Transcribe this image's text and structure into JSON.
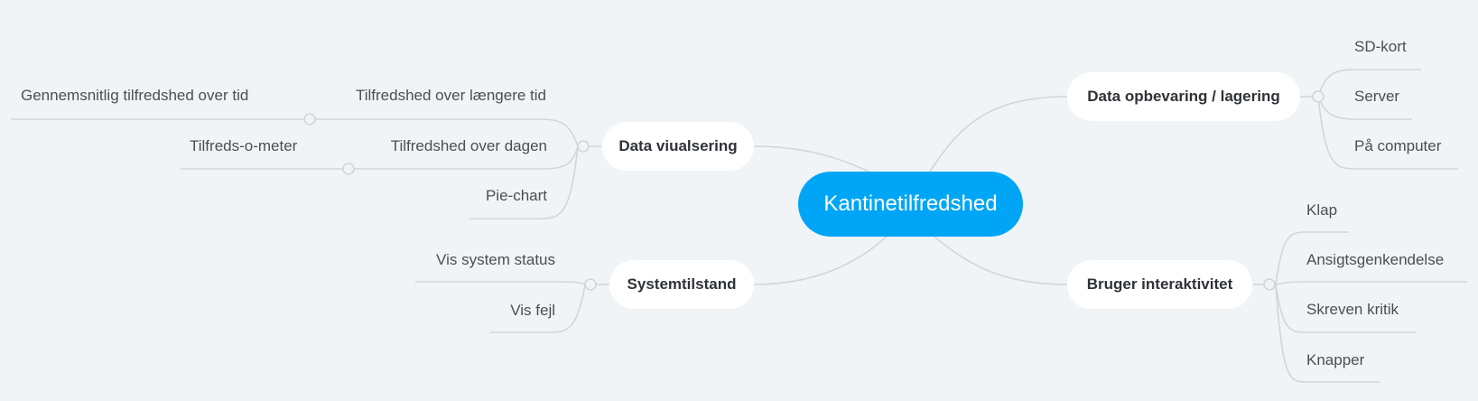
{
  "root": {
    "label": "Kantinetilfredshed"
  },
  "branches": {
    "storage": {
      "label": "Data opbevaring / lagering",
      "children": [
        "SD-kort",
        "Server",
        "På computer"
      ]
    },
    "visualization": {
      "label": "Data viualsering",
      "children": [
        {
          "label": "Tilfredshed over længere tid",
          "children": [
            "Gennemsnitlig tilfredshed over tid"
          ]
        },
        {
          "label": "Tilfredshed over dagen",
          "children": [
            "Tilfreds-o-meter"
          ]
        },
        {
          "label": "Pie-chart",
          "children": []
        }
      ]
    },
    "system": {
      "label": "Systemtilstand",
      "children": [
        "Vis system status",
        "Vis fejl"
      ]
    },
    "interaction": {
      "label": "Bruger interaktivitet",
      "children": [
        "Klap",
        "Ansigtsgenkendelse",
        "Skreven kritik",
        "Knapper"
      ]
    }
  },
  "colors": {
    "root": "#00a6f5",
    "node": "#ffffff",
    "line": "#cfd6dc",
    "background": "#f0f4f7"
  }
}
